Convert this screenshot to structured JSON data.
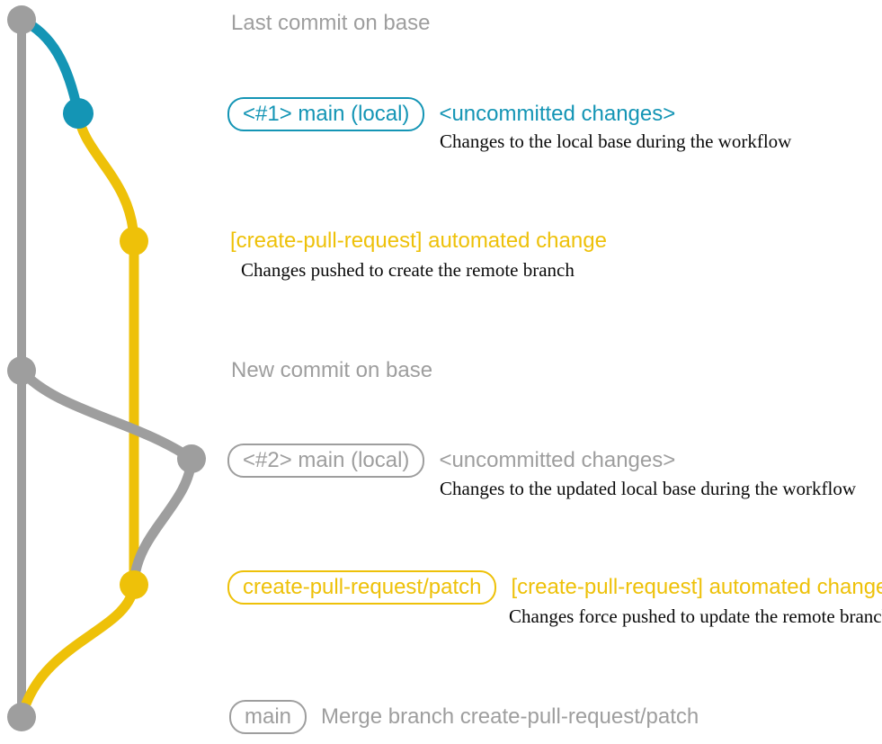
{
  "colors": {
    "gray": "#9e9e9e",
    "blue": "#1495b5",
    "yellow": "#eec109",
    "ink": "#0a0a0a"
  },
  "rows": {
    "last_commit": {
      "label": "Last commit on base"
    },
    "commit1": {
      "badge": "<#1> main (local)",
      "tag": "<uncommitted changes>",
      "note": "Changes to the local base during the workflow"
    },
    "cpr1": {
      "label": "[create-pull-request] automated change",
      "note": "Changes pushed to create the remote branch"
    },
    "new_commit": {
      "label": "New commit on base"
    },
    "commit2": {
      "badge": "<#2> main (local)",
      "tag": "<uncommitted changes>",
      "note": "Changes to the updated local base during the workflow"
    },
    "cpr2": {
      "badge": "create-pull-request/patch",
      "tag": "[create-pull-request] automated change",
      "note": "Changes force pushed to update the remote branch"
    },
    "merge": {
      "badge": "main",
      "label": "Merge branch create-pull-request/patch"
    }
  }
}
